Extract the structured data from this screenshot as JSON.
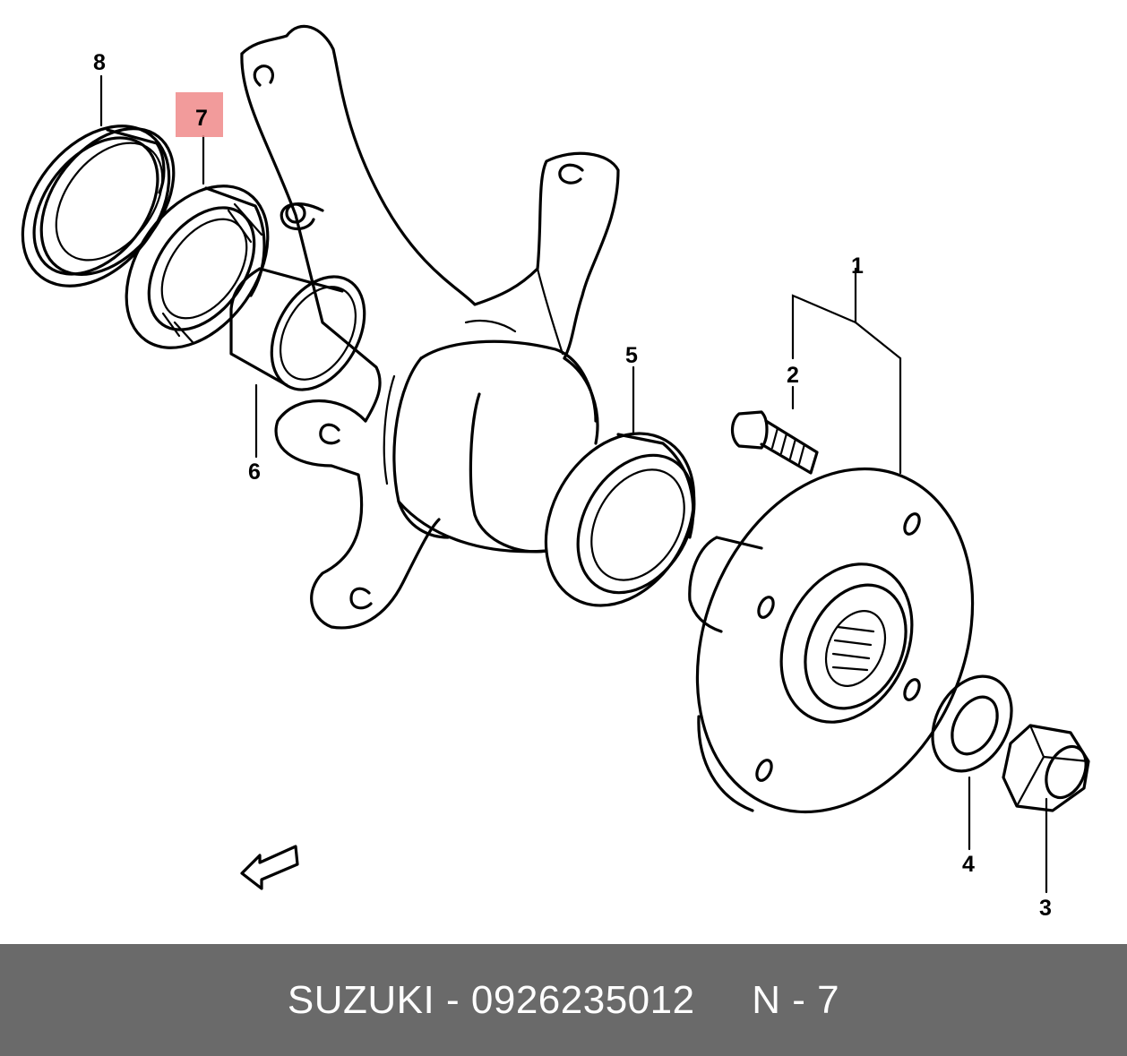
{
  "callouts": {
    "c1": "1",
    "c2": "2",
    "c3": "3",
    "c4": "4",
    "c5": "5",
    "c6": "6",
    "c7": "7",
    "c8": "8"
  },
  "highlighted_callout": "7",
  "highlight_color": "#f08a8a",
  "footer": {
    "brand": "SUZUKI",
    "separator": " - ",
    "part_number": "0926235012",
    "gap": "     ",
    "ref": "N - 7",
    "background": "#6a6a6a"
  }
}
